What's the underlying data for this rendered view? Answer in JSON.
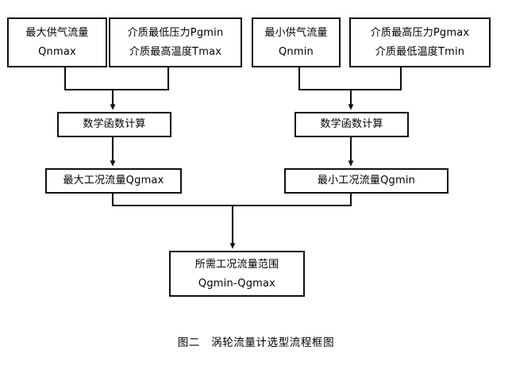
{
  "figure": {
    "caption": "图二　涡轮流量计选型流程框图",
    "background_color": "#ffffff",
    "line_color": "#101010",
    "text_color": "#000000"
  },
  "diagram": {
    "type": "flowchart",
    "orientation": "top-to-bottom",
    "nodes": {
      "qnmax": {
        "line1": "最大供气流量",
        "line2": "Qnmax"
      },
      "pgmin_tmax": {
        "line1": "介质最低压力Pgmin",
        "line2": "介质最高温度Tmax"
      },
      "qnmin": {
        "line1": "最小供气流量",
        "line2": "Qnmin"
      },
      "pgmax_tmin": {
        "line1": "介质最高压力Pgmax",
        "line2": "介质最低温度Tmin"
      },
      "calc_left": {
        "line1": "数学函数计算"
      },
      "calc_right": {
        "line1": "数学函数计算"
      },
      "qgmax": {
        "line1": "最大工况流量Qgmax"
      },
      "qgmin": {
        "line1": "最小工况流量Qgmin"
      },
      "range": {
        "line1": "所需工况流量范围",
        "line2": "Qgmin-Qgmax"
      }
    },
    "edges": [
      {
        "from": "qnmax",
        "to": "calc_left",
        "style": "elbow-merge-arrow"
      },
      {
        "from": "pgmin_tmax",
        "to": "calc_left",
        "style": "elbow-merge-arrow"
      },
      {
        "from": "qnmin",
        "to": "calc_right",
        "style": "elbow-merge-arrow"
      },
      {
        "from": "pgmax_tmin",
        "to": "calc_right",
        "style": "elbow-merge-arrow"
      },
      {
        "from": "calc_left",
        "to": "qgmax",
        "style": "straight-arrow"
      },
      {
        "from": "calc_right",
        "to": "qgmin",
        "style": "straight-arrow"
      },
      {
        "from": "qgmax",
        "to": "range",
        "style": "elbow-merge-arrow"
      },
      {
        "from": "qgmin",
        "to": "range",
        "style": "elbow-merge-arrow"
      }
    ]
  }
}
